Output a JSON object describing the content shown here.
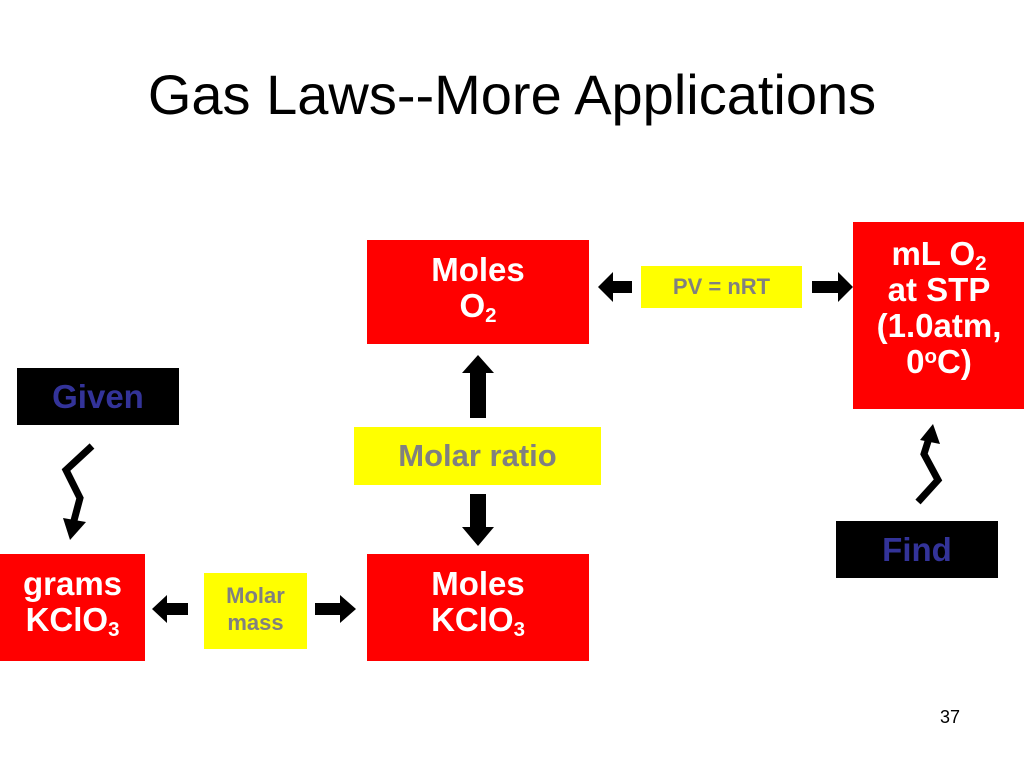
{
  "title": "Gas Laws--More Applications",
  "boxes": {
    "moles_o2": {
      "line1": "Moles",
      "line2": "O",
      "sub": "2"
    },
    "ml_o2": {
      "line1": "mL O",
      "sub1": "2",
      "line2": "at STP",
      "line3": "(1.0atm,",
      "line4a": "0",
      "sup": "o",
      "line4b": "C)"
    },
    "given": "Given",
    "find": "Find",
    "grams_kclo3": {
      "line1": "grams",
      "line2": "KClO",
      "sub": "3"
    },
    "moles_kclo3": {
      "line1": "Moles",
      "line2": "KClO",
      "sub": "3"
    }
  },
  "labels": {
    "pv_nrt": "PV = nRT",
    "molar_ratio": "Molar ratio",
    "molar_mass_1": "Molar",
    "molar_mass_2": "mass"
  },
  "slide_number": "37",
  "colors": {
    "box_red": "#ff0000",
    "label_yellow": "#ffff00",
    "given_text": "#333399",
    "label_text": "#808080"
  }
}
